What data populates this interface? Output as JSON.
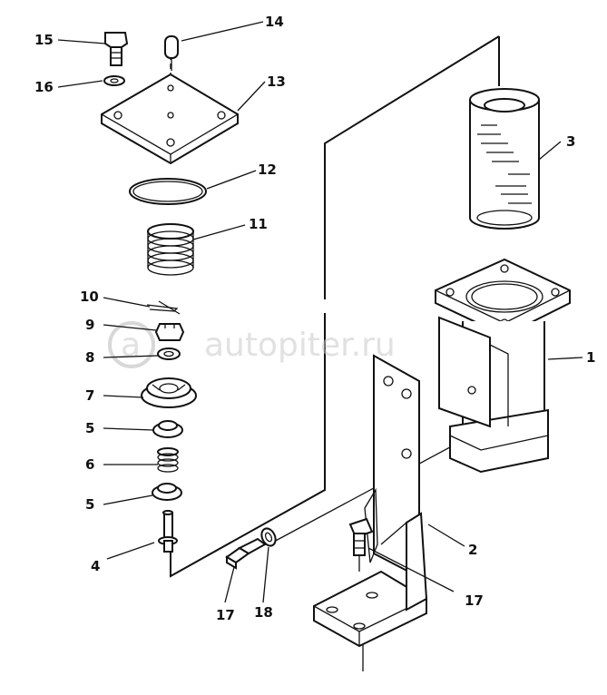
{
  "watermark": {
    "text": "autopiter.ru",
    "logo_letter": "a"
  },
  "callouts": {
    "p1": "1",
    "p2": "2",
    "p3": "3",
    "p4": "4",
    "p5a": "5",
    "p5b": "5",
    "p6": "6",
    "p7": "7",
    "p8": "8",
    "p9": "9",
    "p10": "10",
    "p11": "11",
    "p12": "12",
    "p13": "13",
    "p14": "14",
    "p15": "15",
    "p16": "16",
    "p17a": "17",
    "p17b": "17",
    "p18": "18"
  }
}
